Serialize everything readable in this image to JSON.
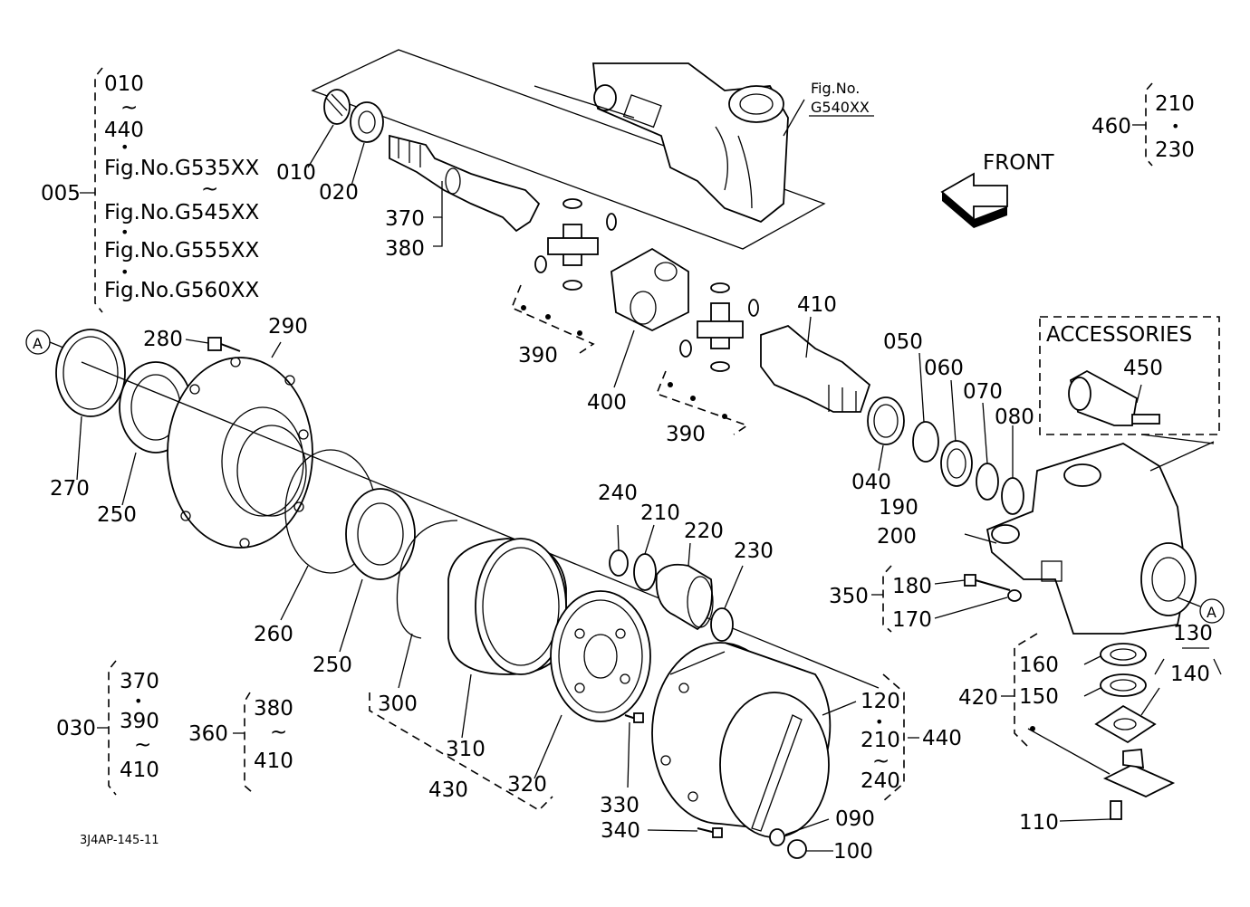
{
  "footer_code": "3J4AP-145-11",
  "fig_ref": {
    "line1": "Fig.No.",
    "line2": "G540XX"
  },
  "front_label": "FRONT",
  "accessories": {
    "title": "ACCESSORIES",
    "number": "450"
  },
  "circle_marker": "A",
  "groups": {
    "g005": {
      "id": "005",
      "items": [
        "010",
        "~",
        "440",
        "•",
        "Fig.No.G535XX",
        "~",
        "Fig.No.G545XX",
        "•",
        "Fig.No.G555XX",
        "•",
        "Fig.No.G560XX"
      ]
    },
    "g460": {
      "id": "460",
      "items": [
        "210",
        "•",
        "230"
      ]
    },
    "g030": {
      "id": "030",
      "items": [
        "370",
        "•",
        "390",
        "~",
        "410"
      ]
    },
    "g360": {
      "id": "360",
      "items": [
        "380",
        "~",
        "410"
      ]
    },
    "g350": {
      "id": "350",
      "items": [
        "180",
        "170"
      ]
    },
    "g440": {
      "id": "440",
      "items": [
        "120",
        "•",
        "210",
        "~",
        "240"
      ]
    },
    "g130": {
      "id": "130",
      "items": [
        "140"
      ]
    },
    "g420": {
      "id": "420",
      "items": [
        "160",
        "150"
      ]
    }
  },
  "part_labels": {
    "p010": "010",
    "p020": "020",
    "p370": "370",
    "p380": "380",
    "p390a": "390",
    "p390b": "390",
    "p400": "400",
    "p410": "410",
    "p050": "050",
    "p060": "060",
    "p070": "070",
    "p080": "080",
    "p040": "040",
    "p190": "190",
    "p200": "200",
    "p280": "280",
    "p290": "290",
    "p270": "270",
    "p250a": "250",
    "p260": "260",
    "p250b": "250",
    "p300": "300",
    "p310": "310",
    "p430": "430",
    "p320": "320",
    "p240": "240",
    "p210": "210",
    "p220": "220",
    "p230": "230",
    "p330": "330",
    "p340": "340",
    "p090": "090",
    "p100": "100",
    "p110": "110"
  }
}
